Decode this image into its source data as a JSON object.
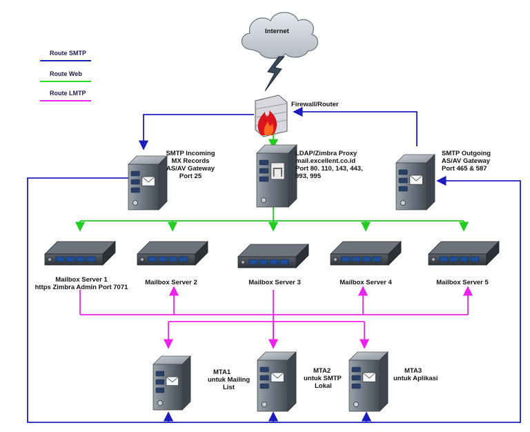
{
  "legend": {
    "smtp": {
      "label": "Route SMTP",
      "color": "#1c1cbc"
    },
    "web": {
      "label": "Route Web",
      "color": "#22dd22"
    },
    "lmtp": {
      "label": "Route LMTP",
      "color": "#ee22ee"
    }
  },
  "nodes": {
    "internet": "Internet",
    "firewall": "Firewall/Router",
    "smtp_in": [
      "SMTP Incoming",
      "MX Records",
      "AS/AV Gateway",
      "Port 25"
    ],
    "proxy": [
      "LDAP/Zimbra Proxy",
      "mail.excellent.co.id",
      "Port 80. 110, 143, 443,",
      "993, 995"
    ],
    "smtp_out": [
      "SMTP Outgoing",
      "AS/AV Gateway",
      "Port 465 & 587"
    ],
    "mailbox": [
      [
        "Mailbox Server 1",
        "https Zimbra Admin Port 7071"
      ],
      [
        "Mailbox Server 2"
      ],
      [
        "Mailbox Server 3"
      ],
      [
        "Mailbox Server 4"
      ],
      [
        "Mailbox Server 5"
      ]
    ],
    "mta": [
      [
        "MTA1",
        "untuk Mailing",
        "List"
      ],
      [
        "MTA2",
        "untuk SMTP",
        "Lokal"
      ],
      [
        "MTA3",
        "untuk Aplikasi"
      ]
    ]
  }
}
